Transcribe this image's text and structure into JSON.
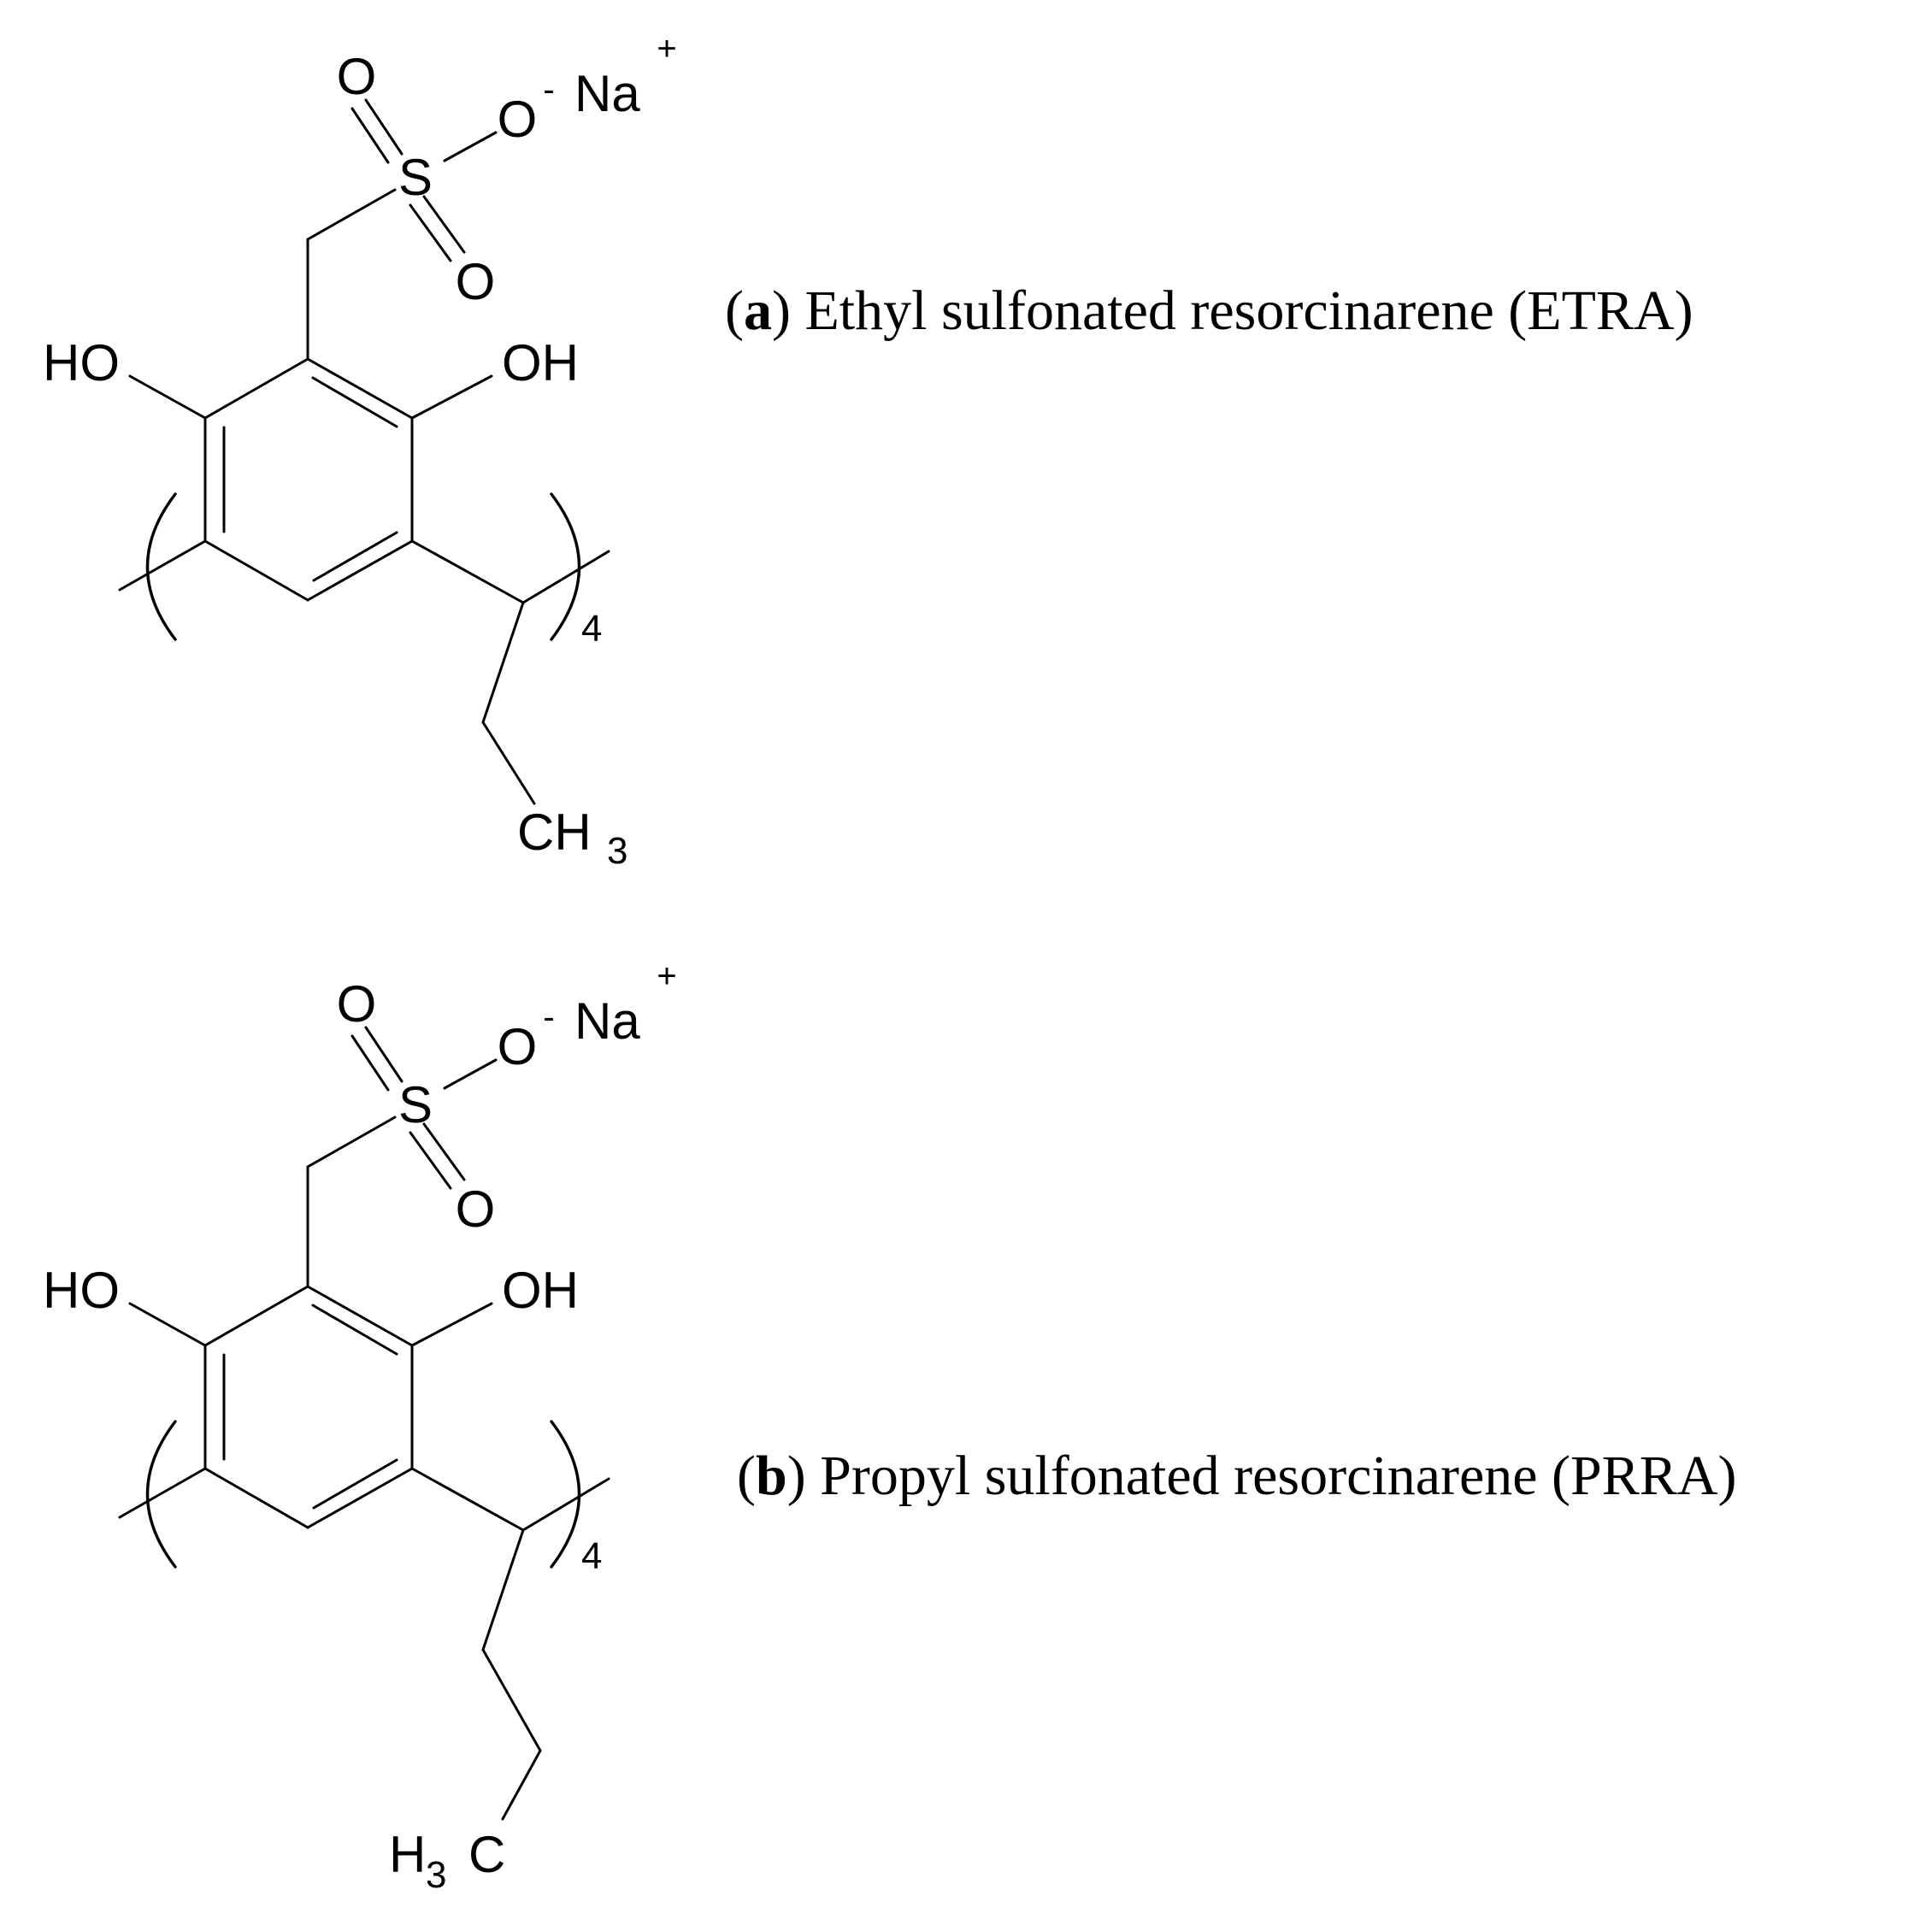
{
  "structure_a": {
    "sulfonyl_oxygen_top": "O",
    "sulfonyl_oxygen_bottom": "O",
    "sulfur": "S",
    "anion_oxygen": "O",
    "anion_charge": "-",
    "cation": "Na",
    "cation_charge": "+",
    "hydroxyl_left": "HO",
    "hydroxyl_right": "OH",
    "repeat_subscript": "4",
    "terminal_group_main": "CH",
    "terminal_group_sub": "3"
  },
  "structure_b": {
    "sulfonyl_oxygen_top": "O",
    "sulfonyl_oxygen_bottom": "O",
    "sulfur": "S",
    "anion_oxygen": "O",
    "anion_charge": "-",
    "cation": "Na",
    "cation_charge": "+",
    "hydroxyl_left": "HO",
    "hydroxyl_right": "OH",
    "repeat_subscript": "4",
    "terminal_group_h": "H",
    "terminal_group_sub": "3",
    "terminal_group_c": "C"
  },
  "captions": {
    "a": {
      "open": "(",
      "letter": "a",
      "rest": ") Ethyl sulfonated resorcinarene (ETRA)"
    },
    "b": {
      "open": "(",
      "letter": "b",
      "rest": ") Propyl sulfonated resorcinarene (PRRA)"
    }
  }
}
